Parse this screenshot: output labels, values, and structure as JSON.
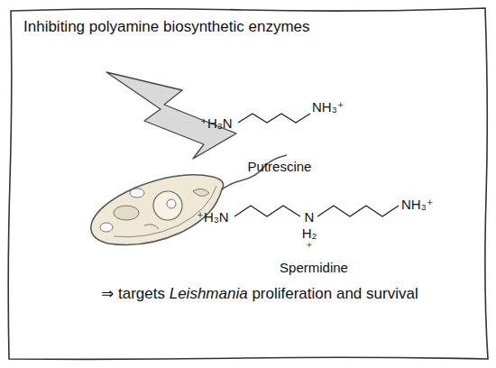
{
  "diagram": {
    "title": "Inhibiting polyamine biosynthetic enzymes",
    "labels": [
      "⁺H₃N",
      "NH₃⁺",
      "Putrescine",
      "⁺H₃N",
      "N",
      "H₂",
      "⁺",
      "NH₃⁺",
      "Spermidine",
      "⇒ targets",
      "Leishmania",
      "proliferation and survival"
    ]
  }
}
